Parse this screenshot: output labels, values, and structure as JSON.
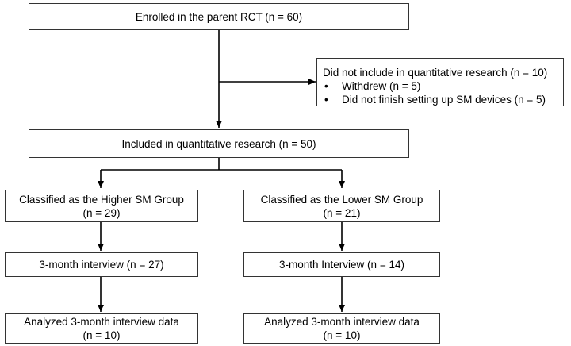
{
  "flowchart": {
    "enrolled": {
      "text": "Enrolled in the parent RCT (n = 60)"
    },
    "excluded": {
      "title": "Did not include in quantitative research (n = 10)",
      "items": [
        "Withdrew (n = 5)",
        "Did not finish setting up SM devices (n = 5)"
      ],
      "bullet": "•"
    },
    "included": {
      "text": "Included in quantitative research (n = 50)"
    },
    "higher_group": {
      "classified": {
        "line1": "Classified as the Higher SM Group",
        "line2": "(n = 29)"
      },
      "interview": {
        "text": "3-month interview (n = 27)"
      },
      "analyzed": {
        "line1": "Analyzed 3-month interview data",
        "line2": "(n = 10)"
      }
    },
    "lower_group": {
      "classified": {
        "line1": "Classified as the Lower SM Group",
        "line2": "(n = 21)"
      },
      "interview": {
        "text": "3-month Interview (n = 14)"
      },
      "analyzed": {
        "line1": "Analyzed 3-month interview data",
        "line2": "(n = 10)"
      }
    }
  }
}
